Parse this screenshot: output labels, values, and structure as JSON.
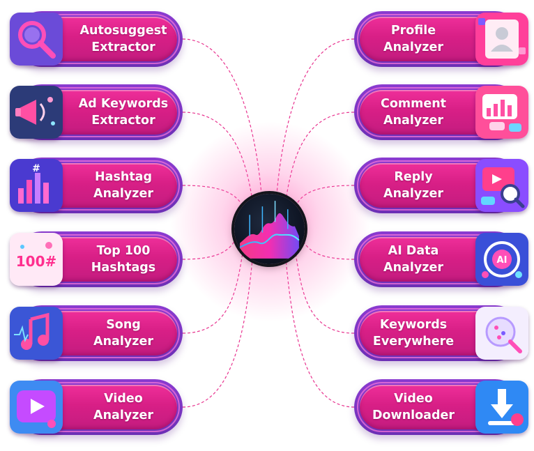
{
  "hub": {
    "icon": "audio-waveform-icon"
  },
  "connector_color": "#e8338f",
  "left_tools": [
    {
      "title": "Autosuggest\nExtractor",
      "icon": "magnifier-icon"
    },
    {
      "title": "Ad Keywords\nExtractor",
      "icon": "megaphone-icon"
    },
    {
      "title": "Hashtag\nAnalyzer",
      "icon": "hashtag-chart-icon"
    },
    {
      "title": "Top 100\nHashtags",
      "icon": "100-hashtag-icon"
    },
    {
      "title": "Song\nAnalyzer",
      "icon": "music-note-icon"
    },
    {
      "title": "Video\nAnalyzer",
      "icon": "play-button-icon"
    }
  ],
  "right_tools": [
    {
      "title": "Profile\nAnalyzer",
      "icon": "user-profile-icon"
    },
    {
      "title": "Comment\nAnalyzer",
      "icon": "comment-chart-icon"
    },
    {
      "title": "Reply\nAnalyzer",
      "icon": "reply-magnifier-icon"
    },
    {
      "title": "AI Data\nAnalyzer",
      "icon": "ai-brain-icon"
    },
    {
      "title": "Keywords\nEverywhere",
      "icon": "keyword-search-icon"
    },
    {
      "title": "Video\nDownloader",
      "icon": "download-arrow-icon"
    }
  ],
  "colors": {
    "pill": "#dc2388",
    "plate": "#7a33c2",
    "hub": "#0f1626"
  }
}
